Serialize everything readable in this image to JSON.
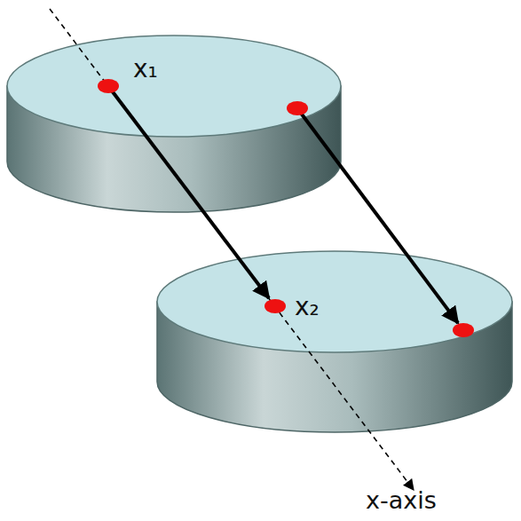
{
  "diagram": {
    "labels": [
      "x₁",
      "x₂",
      "x-axis"
    ]
  }
}
